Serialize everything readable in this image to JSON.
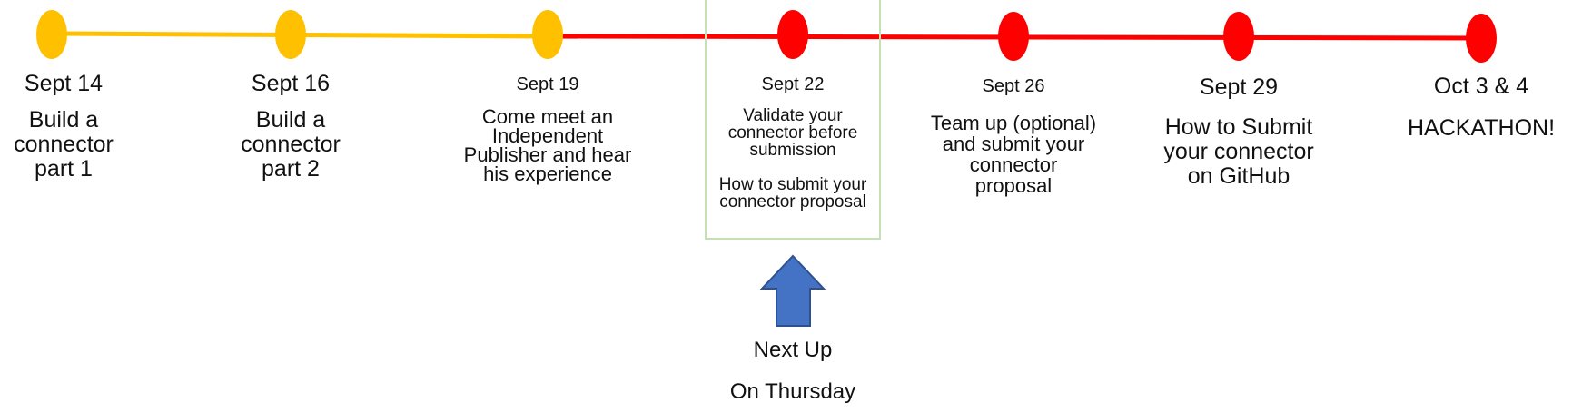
{
  "colors": {
    "past": "#ffc000",
    "upcoming": "#ff0000",
    "arrow": "#4472c4",
    "arrow_border": "#2f528f",
    "highlight_border": "#c5e0b4"
  },
  "events": [
    {
      "date": "Sept 14",
      "lines": [
        "Build a",
        "connector",
        "part 1"
      ],
      "status": "past"
    },
    {
      "date": "Sept 16",
      "lines": [
        "Build a",
        "connector",
        "part 2"
      ],
      "status": "past"
    },
    {
      "date": "Sept 19",
      "lines": [
        "Come meet an",
        "Independent",
        "Publisher and hear",
        "his experience"
      ],
      "status": "past"
    },
    {
      "date": "Sept 22",
      "lines": [
        "Validate your",
        "connector before",
        "submission",
        "",
        "How to submit your",
        "connector proposal"
      ],
      "status": "upcoming",
      "highlighted": true
    },
    {
      "date": "Sept 26",
      "lines": [
        "Team up (optional)",
        "and submit your",
        "connector",
        "proposal"
      ],
      "status": "upcoming"
    },
    {
      "date": "Sept 29",
      "lines": [
        "How to Submit",
        "your connector",
        "on GitHub"
      ],
      "status": "upcoming"
    },
    {
      "date": "Oct 3 & 4",
      "lines": [
        "HACKATHON!"
      ],
      "status": "upcoming"
    }
  ],
  "next_indicator": {
    "icon": "up-arrow-icon",
    "line1": "Next Up",
    "line2": "On Thursday"
  }
}
